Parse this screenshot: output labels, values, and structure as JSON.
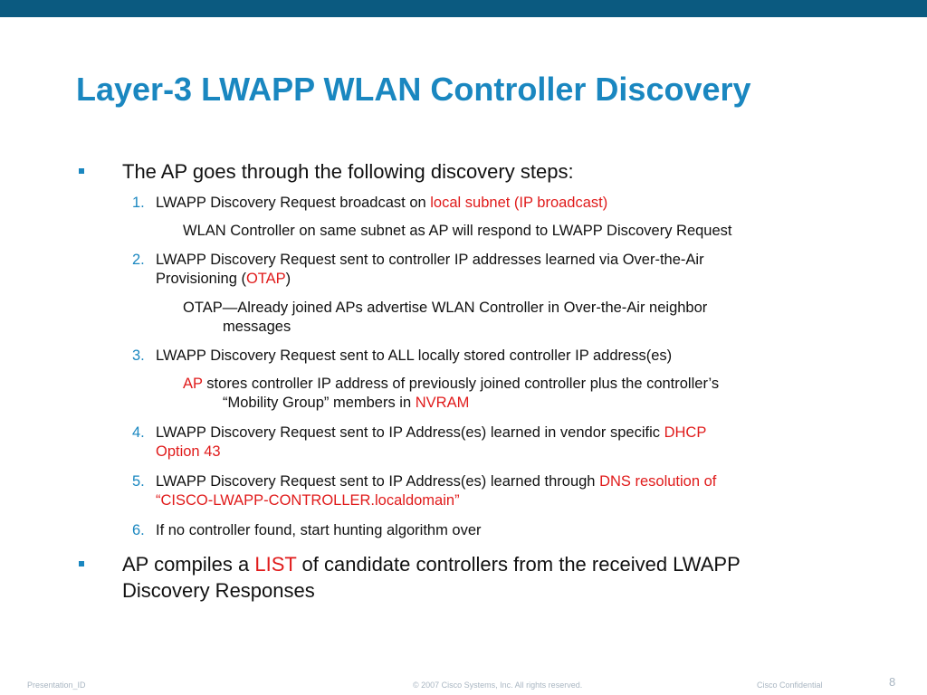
{
  "slide": {
    "title": "Layer-3 LWAPP WLAN Controller Discovery",
    "bullet1": "The AP goes through the following discovery steps:",
    "steps": [
      {
        "num": "1.",
        "text_before": "LWAPP Discovery Request broadcast on ",
        "red": "local subnet (IP broadcast)",
        "text_after": "",
        "sub": "WLAN Controller on same subnet as AP will respond to LWAPP Discovery Request"
      },
      {
        "num": "2.",
        "line1": "LWAPP Discovery Request sent to controller IP addresses learned via Over-the-Air",
        "line2_before": "Provisioning (",
        "red": "OTAP",
        "line2_after": ")",
        "sub_line1": "OTAP—Already joined APs advertise WLAN Controller in Over-the-Air neighbor",
        "sub_line2": "messages"
      },
      {
        "num": "3.",
        "text": "LWAPP Discovery Request sent to ALL locally stored controller IP address(es)",
        "sub_red1": "AP",
        "sub_line1_after": " stores controller IP address of previously joined controller plus the controller’s",
        "sub_line2_before": "“Mobility Group” members in ",
        "sub_red2": "NVRAM"
      },
      {
        "num": "4.",
        "text_before": "LWAPP Discovery Request sent to IP Address(es) learned in vendor specific ",
        "red1": "DHCP",
        "red2": "Option 43"
      },
      {
        "num": "5.",
        "text_before": "LWAPP Discovery Request sent to IP Address(es) learned through ",
        "red1": "DNS resolution of",
        "red2": "“CISCO-LWAPP-CONTROLLER.localdomain”"
      },
      {
        "num": "6.",
        "text": "If no controller found, start hunting algorithm over"
      }
    ],
    "bullet2_before": "AP compiles a ",
    "bullet2_red": "LIST",
    "bullet2_after": " of candidate controllers from the received LWAPP",
    "bullet2_line2": "Discovery Responses"
  },
  "footer": {
    "presentation_id": "Presentation_ID",
    "copyright": "© 2007 Cisco Systems, Inc. All rights reserved.",
    "confidential": "Cisco Confidential",
    "page_number": "8"
  },
  "colors": {
    "top_bar": "#0b5a80",
    "title": "#1a87c0",
    "highlight_red": "#e01b1b",
    "footer_text": "#a9b6c2"
  }
}
